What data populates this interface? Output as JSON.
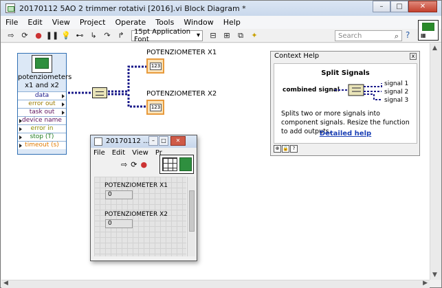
{
  "window": {
    "title": "20170112 5AO 2 trimmer rotativi [2016].vi Block Diagram *"
  },
  "menu": [
    "File",
    "Edit",
    "View",
    "Project",
    "Operate",
    "Tools",
    "Window",
    "Help"
  ],
  "toolbar": {
    "font": "15pt Application Font",
    "search_placeholder": "Search",
    "help": "?"
  },
  "diagram": {
    "express_vi": {
      "name": "potenziometers x1 and x2",
      "terminals": [
        {
          "label": "data",
          "color": "#1a1a8a",
          "dir": "out"
        },
        {
          "label": "error out",
          "color": "#9a7a00",
          "dir": "out"
        },
        {
          "label": "task out",
          "color": "#5b0e5b",
          "dir": "out"
        },
        {
          "label": "device name",
          "color": "#5b0e5b",
          "dir": "in"
        },
        {
          "label": "error in",
          "color": "#8a8a00",
          "dir": "in"
        },
        {
          "label": "stop (T)",
          "color": "#1e7a1e",
          "dir": "in"
        },
        {
          "label": "timeout (s)",
          "color": "#e07a00",
          "dir": "in"
        }
      ]
    },
    "indicators": [
      {
        "label": "POTENZIOMETER X1",
        "value": "123"
      },
      {
        "label": "POTENZIOMETER X2",
        "value": "123"
      }
    ]
  },
  "context_help": {
    "title": "Context Help",
    "close": "x",
    "function_name": "Split Signals",
    "input": "combined signal",
    "outputs": [
      "signal 1",
      "signal 2",
      "signal 3"
    ],
    "description": "Splits two or more signals into component signals. Resize the function to add outputs.",
    "link": "Detailed help"
  },
  "front_panel": {
    "title": "20170112 ...",
    "menu": [
      "File",
      "Edit",
      "View",
      "Pr"
    ],
    "controls": [
      {
        "label": "POTENZIOMETER X1",
        "value": "0"
      },
      {
        "label": "POTENZIOMETER X2",
        "value": "0"
      }
    ],
    "icon_pane": "1"
  }
}
